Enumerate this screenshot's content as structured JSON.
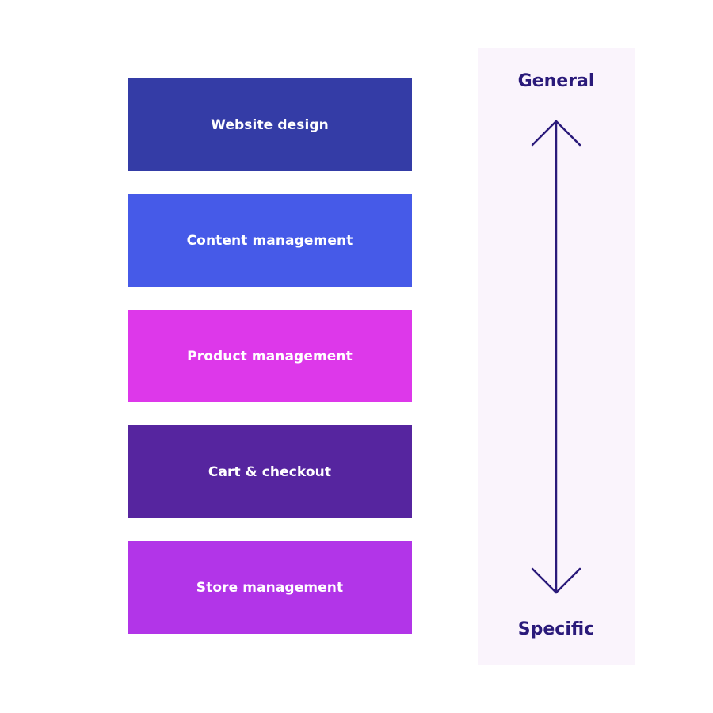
{
  "blocks": [
    {
      "label": "Website design",
      "color": "#343ca6"
    },
    {
      "label": "Content management",
      "color": "#465ae8"
    },
    {
      "label": "Product management",
      "color": "#dd38ea"
    },
    {
      "label": "Cart & checkout",
      "color": "#56259f"
    },
    {
      "label": "Store management",
      "color": "#b235e8"
    }
  ],
  "scale": {
    "top_label": "General",
    "bottom_label": "Specific",
    "panel_color": "#faf4fc",
    "arrow_color": "#2a1a7a"
  }
}
